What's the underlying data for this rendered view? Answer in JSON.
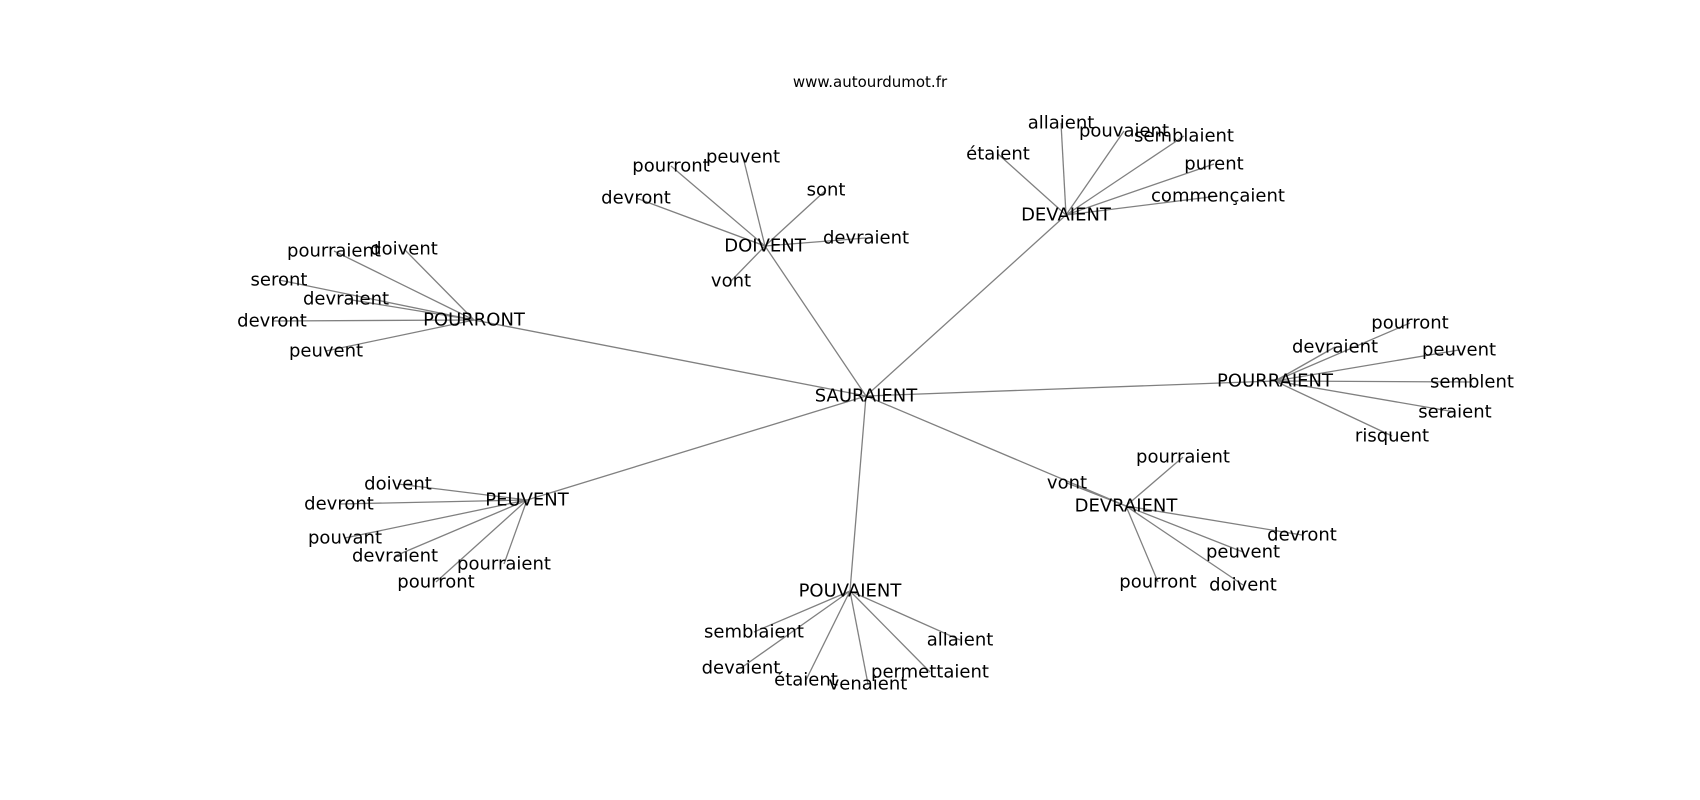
{
  "site": "www.autourdumot.fr",
  "graph": {
    "root": "SAURAIENT",
    "groups": [
      {
        "hub": "POURRONT",
        "leaves": [
          "pourraient",
          "doivent",
          "seront",
          "devraient",
          "devront",
          "peuvent"
        ]
      },
      {
        "hub": "DOIVENT",
        "leaves": [
          "pourront",
          "peuvent",
          "sont",
          "devront",
          "devraient",
          "vont"
        ]
      },
      {
        "hub": "DEVAIENT",
        "leaves": [
          "allaient",
          "pouvaient",
          "semblaient",
          "étaient",
          "purent",
          "commençaient"
        ]
      },
      {
        "hub": "POURRAIENT",
        "leaves": [
          "pourront",
          "devraient",
          "peuvent",
          "semblent",
          "seraient",
          "risquent"
        ]
      },
      {
        "hub": "DEVRAIENT",
        "leaves": [
          "pourraient",
          "vont",
          "devront",
          "peuvent",
          "pourront",
          "doivent"
        ]
      },
      {
        "hub": "POUVAIENT",
        "leaves": [
          "semblaient",
          "allaient",
          "devaient",
          "permettaient",
          "étaient",
          "venaient"
        ]
      },
      {
        "hub": "PEUVENT",
        "leaves": [
          "doivent",
          "devront",
          "pouvant",
          "devraient",
          "pourraient",
          "pourront"
        ]
      }
    ]
  }
}
